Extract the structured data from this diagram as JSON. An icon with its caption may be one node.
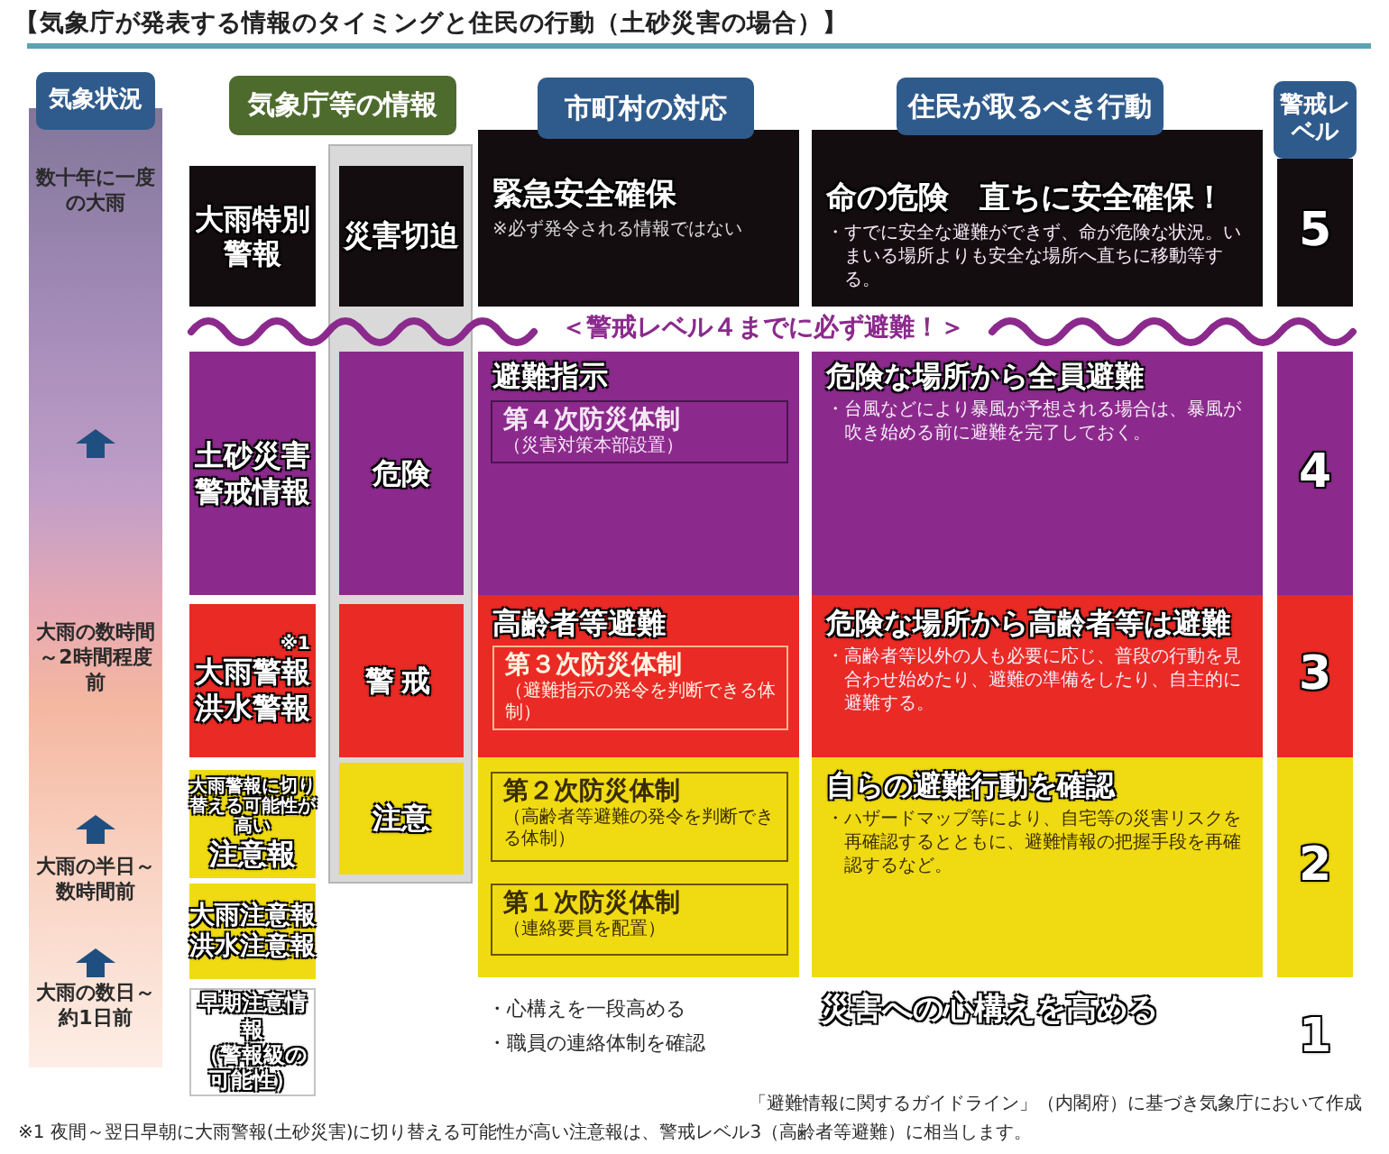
{
  "diagram": {
    "title": "【気象庁が発表する情報のタイミングと住民の行動（土砂災害の場合）】",
    "nodes": [
      {
        "text": [
          "気象状況"
        ]
      },
      {
        "text": [
          "数十年に一度の大雨",
          "大雨の数時間～2時間程度前",
          "大雨の半日～数時間前",
          "大雨の数日～約1日前"
        ]
      },
      {
        "text": [
          "気象庁等の情報"
        ]
      },
      {
        "text": [
          "市町村の対応"
        ]
      },
      {
        "text": [
          "住民が取るべき行動"
        ]
      },
      {
        "text": [
          "警戒レベル"
        ]
      },
      {
        "text": [
          "大雨特別警報"
        ]
      },
      {
        "text": [],
        "shape": "box"
      },
      {
        "text": [
          "災害切迫"
        ],
        "in": 7
      },
      {
        "text": [
          "緊急安全確保",
          "※必ず発令される情報ではない"
        ]
      },
      {
        "text": [
          "命の危険　直ちに安全確保！",
          "・すでに安全な避難ができず、命が危険な状況。いまいる場所よりも安全な場所へ直ちに移動等する。"
        ]
      },
      {
        "text": [
          "5"
        ]
      },
      {
        "text": [
          "土砂災害警戒情報"
        ]
      },
      {
        "text": [
          "危険"
        ],
        "in": 7
      },
      {
        "text": [
          "避難指示"
        ]
      },
      {
        "text": [
          "第４次防災体制",
          "（災害対策本部設置）"
        ],
        "in": 14
      },
      {
        "text": [
          "危険な場所から全員避難",
          "・台風などにより暴風が予想される場合は、暴風が吹き始める前に避難を完了しておく。"
        ]
      },
      {
        "text": [
          "4"
        ]
      },
      {
        "text": [
          "※1",
          "大雨警報",
          "洪水警報"
        ]
      },
      {
        "text": [
          "警戒"
        ],
        "in": 7
      },
      {
        "text": [
          "高齢者等避難"
        ]
      },
      {
        "text": [
          "第３次防災体制",
          "（避難指示の発令を判断できる体制）"
        ],
        "in": 20
      },
      {
        "text": [
          "危険な場所から高齢者等は避難",
          "・高齢者等以外の人も必要に応じ、普段の行動を見合わせ始めたり、避難の準備をしたり、自主的に避難する。"
        ]
      },
      {
        "text": [
          "3"
        ]
      },
      {
        "text": [
          "大雨警報に切り替える可能性が高い",
          "注意報"
        ]
      },
      {
        "text": [
          "注意"
        ],
        "in": 7
      },
      {
        "text": [],
        "shape": "box"
      },
      {
        "text": [
          "第２次防災体制",
          "（高齢者等避難の発令を判断できる体制）"
        ],
        "in": 26
      },
      {
        "text": [
          "第１次防災体制",
          "（連絡要員を配置）"
        ],
        "in": 26
      },
      {
        "text": [
          "自らの避難行動を確認",
          "・ハザードマップ等により、自宅等の災害リスクを再確認するとともに、避難情報の把握手段を再確認するなど。"
        ]
      },
      {
        "text": [
          "2"
        ]
      },
      {
        "text": [
          "大雨注意報",
          "洪水注意報"
        ]
      },
      {
        "text": [
          "早期注意情報",
          "（警報級の可能性）"
        ]
      }
    ],
    "labels": [
      "＜警戒レベル４までに必ず避難！＞",
      "・心構えを一段高める",
      "・職員の連絡体制を確認",
      "災害への心構えを高める",
      "1",
      "「避難情報に関するガイドライン」（内閣府）に基づき気象庁において作成",
      "※1 夜間～翌日早朝に大雨警報(土砂災害)に切り替える可能性が高い注意報は、警戒レベル3（高齢者等避難）に相当します。"
    ]
  }
}
